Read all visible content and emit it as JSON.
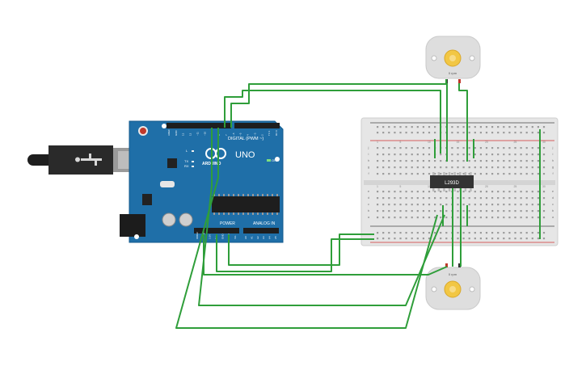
{
  "arduino": {
    "brand": "ARDUINO",
    "model": "UNO",
    "header_digital": "DIGITAL (PWM ~)",
    "header_power": "POWER",
    "header_analog": "ANALOG IN",
    "led_tx": "TX",
    "led_rx": "RX",
    "led_l": "L",
    "on_label": "ON",
    "digital_pins": [
      "AREF",
      "GND",
      "13",
      "12",
      "~11",
      "~10",
      "~9",
      "8",
      "7",
      "~6",
      "~5",
      "4",
      "~3",
      "2",
      "TX 1",
      "RX 0"
    ],
    "power_pins": [
      "IOREF",
      "RESET",
      "3.3V",
      "5V",
      "GND",
      "GND",
      "Vin"
    ],
    "analog_pins": [
      "A0",
      "A1",
      "A2",
      "A3",
      "A4",
      "A5"
    ]
  },
  "breadboard": {
    "row_letters_top": [
      "j",
      "i",
      "h",
      "g",
      "f"
    ],
    "row_letters_bottom": [
      "e",
      "d",
      "c",
      "b",
      "a"
    ],
    "column_numbers": [
      "1",
      "5",
      "10",
      "15",
      "20",
      "25",
      "30"
    ]
  },
  "driver_chip": {
    "label": "L293D"
  },
  "motors": [
    {
      "id": "top",
      "label": "0 rpm"
    },
    {
      "id": "bottom",
      "label": "0 rpm"
    }
  ],
  "colors": {
    "wire": "#2f9e3a",
    "board": "#1f6fa8",
    "breadboard": "#e6e6e6",
    "motor_body": "#dedede",
    "motor_gear": "#f2c744",
    "chip": "#333333",
    "rail_red": "#d23030",
    "rail_dark": "#444444"
  }
}
